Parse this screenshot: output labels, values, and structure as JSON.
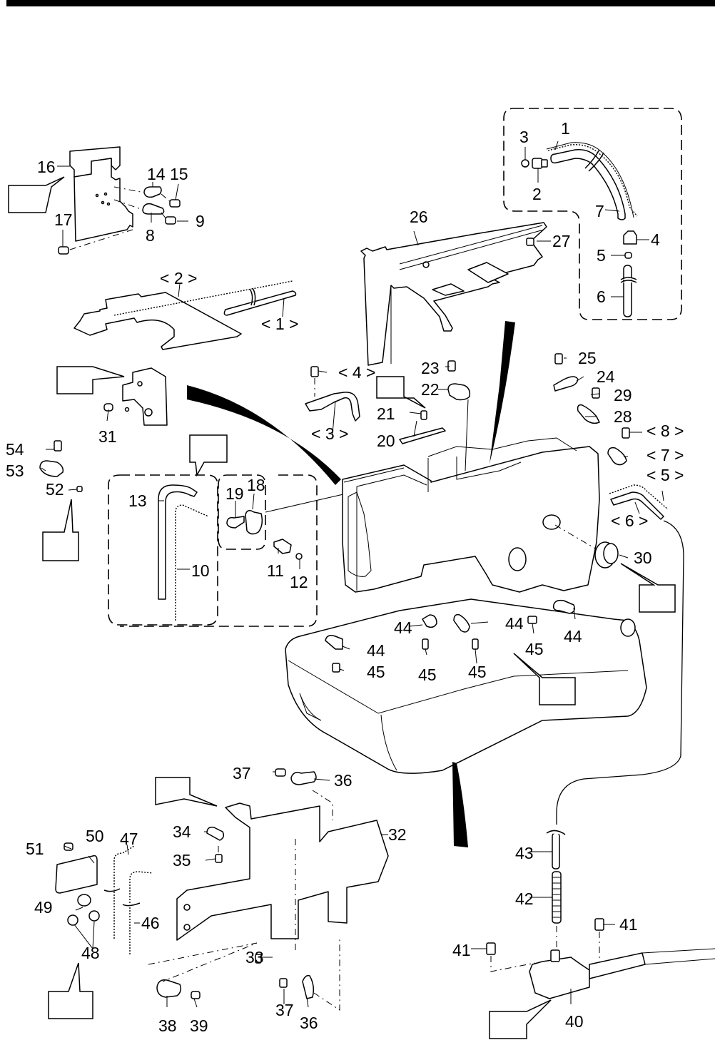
{
  "document": {
    "type": "parts-catalog-exploded-view",
    "top_rule": true
  },
  "labels": {
    "p1": "1",
    "p2": "2",
    "p3": "3",
    "p4": "4",
    "p5": "5",
    "p6": "6",
    "p7": "7",
    "p8": "8",
    "p9": "9",
    "p10": "10",
    "p11": "11",
    "p12": "12",
    "p13": "13",
    "p14": "14",
    "p15": "15",
    "p16": "16",
    "p17": "17",
    "p18": "18",
    "p19": "19",
    "p20": "20",
    "p21": "21",
    "p22": "22",
    "p23": "23",
    "p24": "24",
    "p25": "25",
    "p26": "26",
    "p27": "27",
    "p28": "28",
    "p29": "29",
    "p30": "30",
    "p31": "31",
    "p32": "32",
    "p33": "33",
    "p34": "34",
    "p35": "35",
    "p36a": "36",
    "p36b": "36",
    "p37a": "37",
    "p37b": "37",
    "p38": "38",
    "p39": "39",
    "p40": "40",
    "p41a": "41",
    "p41b": "41",
    "p42": "42",
    "p43": "43",
    "p44a": "44",
    "p44b": "44",
    "p44c": "44",
    "p44d": "44",
    "p45a": "45",
    "p45b": "45",
    "p45c": "45",
    "p45d": "45",
    "p46": "46",
    "p47": "47",
    "p48": "48",
    "p49": "49",
    "p50": "50",
    "p51": "51",
    "p52": "52",
    "p53": "53",
    "p54": "54"
  },
  "sub_labels": {
    "s1": "< 1 >",
    "s2": "< 2 >",
    "s3": "< 3 >",
    "s4": "< 4 >",
    "s5": "< 5 >",
    "s6": "< 6 >",
    "s7": "< 7 >",
    "s8": "< 8 >"
  },
  "callout_boxes": [
    {
      "id": "box-16",
      "text": ""
    },
    {
      "id": "box-31",
      "text": ""
    },
    {
      "id": "box-13",
      "text": ""
    },
    {
      "id": "box-52",
      "text": ""
    },
    {
      "id": "box-21",
      "text": ""
    },
    {
      "id": "box-30",
      "text": ""
    },
    {
      "id": "box-bed",
      "text": ""
    },
    {
      "id": "box-34",
      "text": ""
    },
    {
      "id": "box-48",
      "text": ""
    },
    {
      "id": "box-40",
      "text": ""
    }
  ]
}
